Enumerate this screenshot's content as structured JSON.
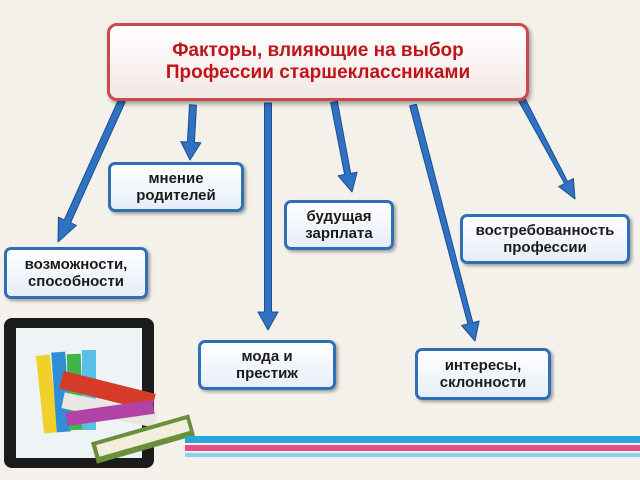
{
  "title": {
    "line1": "Факторы, влияющие на выбор",
    "line2": "Профессии старшеклассниками"
  },
  "nodes": {
    "parents": {
      "line1": "мнение",
      "line2": "родителей"
    },
    "salary": {
      "line1": "будущая",
      "line2": "зарплата"
    },
    "demand": {
      "line1": "востребованность",
      "line2": "профессии"
    },
    "abilities": {
      "line1": "возможности,",
      "line2": "способности"
    },
    "fashion": {
      "line1": "мода и",
      "line2": "престиж"
    },
    "interests": {
      "line1": "интересы,",
      "line2": "склонности"
    }
  },
  "colors": {
    "title_text": "#c0141a",
    "title_border": "#c94a4a",
    "node_border": "#2e6fb5",
    "arrow": "#2f72c4",
    "stripe_blue": "#2aa6dc",
    "stripe_pink": "#e64d86"
  }
}
